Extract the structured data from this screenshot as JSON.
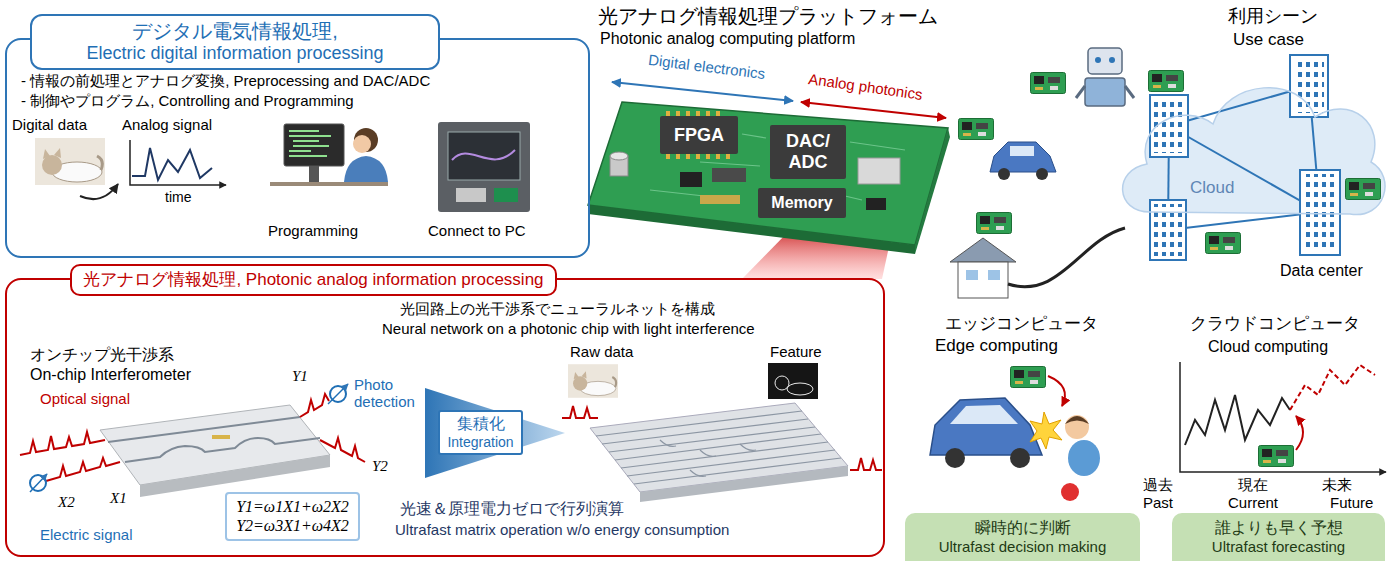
{
  "diagram": {
    "title": "光アナログ情報処理プラットフォーム",
    "nodes": [
      {
        "text": [
          "- 情報の前処理とアナログ変換, Preprocessing and DAC/ADC",
          "- 制御やプログラム, Controlling and Programming"
        ]
      },
      {
        "text": [
          "デジタル電気情報処理,",
          "Electric digital information processing"
        ],
        "in": 0
      },
      {
        "text": [
          "FPGA"
        ]
      },
      {
        "text": [
          "DAC/ ADC"
        ]
      },
      {
        "text": [
          "Memory"
        ]
      },
      {
        "text": [
          "Cloud"
        ]
      },
      {
        "text": [
          "光回路上の光干渉系でニューラルネットを構成",
          "Neural network on a photonic chip with light interference"
        ]
      },
      {
        "text": [
          "光アナログ情報処理, Photonic analog information processing"
        ],
        "in": 6
      },
      {
        "text": [
          "集積化",
          "Integration"
        ],
        "in": 6
      },
      {
        "text": [
          "Y1=ω1X1+ω2X2",
          "Y2=ω3X1+ω4X2"
        ],
        "in": 6
      },
      {
        "text": [
          "瞬時的に判断",
          "Ultrafast decision making"
        ]
      },
      {
        "text": [
          "誰よりも早く予想",
          "Ultrafast forecasting"
        ]
      }
    ],
    "labels": [
      "Photonic analog computing platform",
      "Digital electronics",
      "Analog photonics",
      "Digital data",
      "Analog signal",
      "time",
      "Programming",
      "Connect to PC",
      "オンチップ光干渉系",
      "On-chip Interferometer",
      "Optical signal",
      "Y1",
      "Y2",
      "Photo detection",
      "X1",
      "X2",
      "Electric signal",
      "Raw data",
      "Feature",
      "光速＆原理電力ゼロで行列演算",
      "Ultrafast matrix operation w/o energy consumption",
      "利用シーン",
      "Use case",
      "Data center",
      "エッジコンピュータ",
      "Edge computing",
      "クラウドコンピュータ",
      "Cloud computing",
      "過去",
      "Past",
      "現在",
      "Current",
      "未来",
      "Future"
    ]
  }
}
